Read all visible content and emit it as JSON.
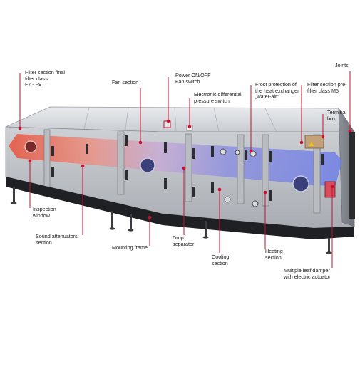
{
  "diagram": {
    "accent_color": "#c8102e",
    "labels": {
      "filter_final": "Filter section final\nfilter class\nF7 - F9",
      "fan_section": "Fan section",
      "power_switch": "Power ON/OFF\nFan switch",
      "pressure_switch": "Electronic differential\npressure switch",
      "frost_protection": "Frost protection of\nthe heat exchanger\n„water-air“",
      "prefilter": "Filter section pre-\nfilter class M5",
      "terminal_box": "Terminal\nbox",
      "joints": "Joints",
      "inspection_window": "Inspection\nwindow",
      "sound_attenuators": "Sound attenuators\nsection",
      "mounting_frame": "Mounting frame",
      "drop_separator": "Drop\nseparator",
      "cooling_section": "Cooling\nsection",
      "heating_section": "Heating\nsection",
      "damper": "Multiple leaf damper\nwith electric actuator"
    }
  }
}
